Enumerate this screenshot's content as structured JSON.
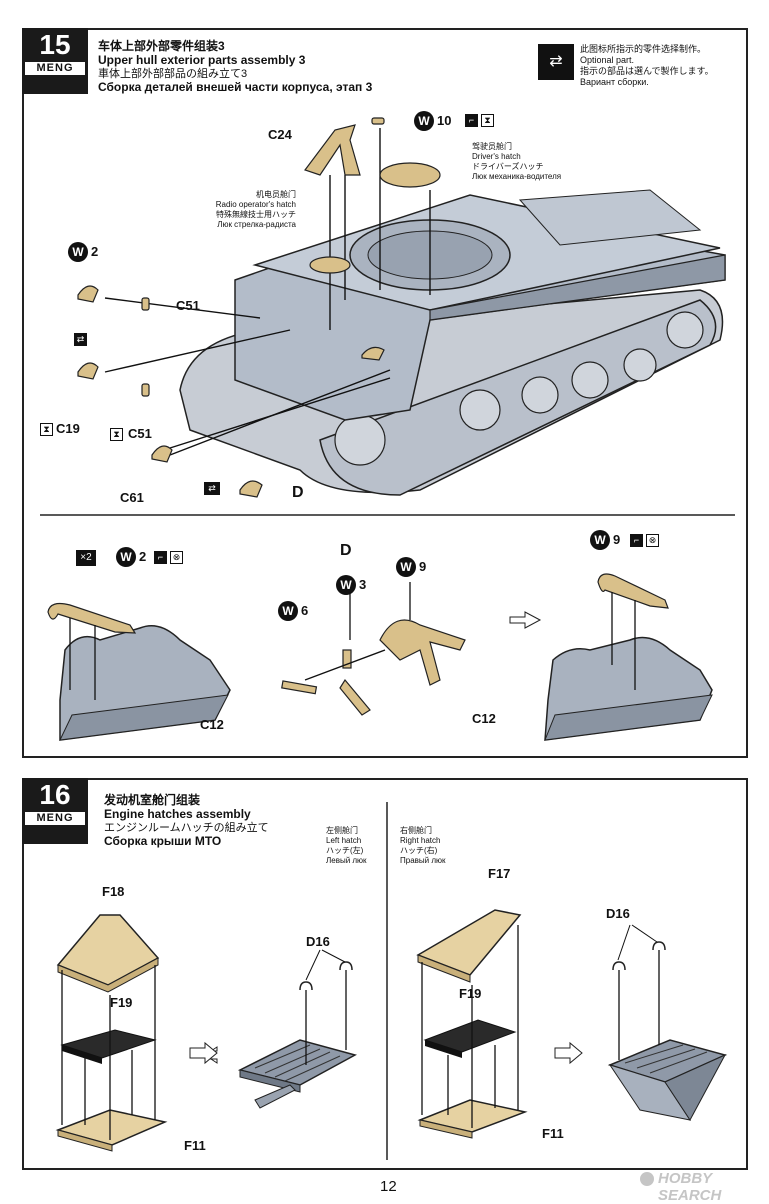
{
  "step15": {
    "number": "15",
    "brand": "MENG",
    "title_cn": "车体上部外部零件组装3",
    "title_en": "Upper hull exterior parts assembly 3",
    "title_jp": "車体上部外部部品の組み立て3",
    "title_ru": "Сборка деталей внешей части корпуса, этап 3",
    "legend": {
      "cn": "此图标所指示的零件选择制作。",
      "en": "Optional part.",
      "jp": "指示の部品は選んで製作します。",
      "ru": "Вариант сборки."
    },
    "driver_hatch": {
      "cn": "驾驶员舱门",
      "en": "Driver's hatch",
      "jp": "ドライバーズハッチ",
      "ru": "Люк механика-водителя"
    },
    "radio_hatch": {
      "cn": "机电员舱门",
      "en": "Radio operator's hatch",
      "jp": "特殊無線技士用ハッチ",
      "ru": "Люк стрелка-радиста"
    },
    "labels": {
      "c24": "C24",
      "c51a": "C51",
      "c51b": "C51",
      "c19": "C19",
      "c61": "C61",
      "d": "D",
      "d_sub": "D",
      "c12a": "C12",
      "c12b": "C12"
    },
    "w": {
      "w10": "W",
      "w10n": "10",
      "w2a": "W",
      "w2an": "2",
      "w2b": "W",
      "w2bn": "2",
      "w9a": "W",
      "w9an": "9",
      "w3": "W",
      "w3n": "3",
      "w9b": "W",
      "w9bn": "9",
      "w6": "W",
      "w6n": "6"
    },
    "x2": "×2"
  },
  "step16": {
    "number": "16",
    "brand": "MENG",
    "title_cn": "发动机室舱门组装",
    "title_en": "Engine hatches assembly",
    "title_jp": "エンジンルームハッチの組み立て",
    "title_ru": "Сборка крыши МТО",
    "left": {
      "cn": "左侧舱门",
      "en": "Left hatch",
      "jp": "ハッチ(左)",
      "ru": "Левый люк"
    },
    "right": {
      "cn": "右侧舱门",
      "en": "Right hatch",
      "jp": "ハッチ(右)",
      "ru": "Правый люк"
    },
    "labels": {
      "f18": "F18",
      "f19a": "F19",
      "f11a": "F11",
      "d16a": "D16",
      "f17": "F17",
      "f19b": "F19",
      "f11b": "F11",
      "d16b": "D16"
    }
  },
  "footer": {
    "page": "12",
    "watermark": "HOBBY SEARCH"
  },
  "colors": {
    "hull": "#b9c2cf",
    "part": "#d9c08a",
    "dark": "#1a1a1a"
  }
}
